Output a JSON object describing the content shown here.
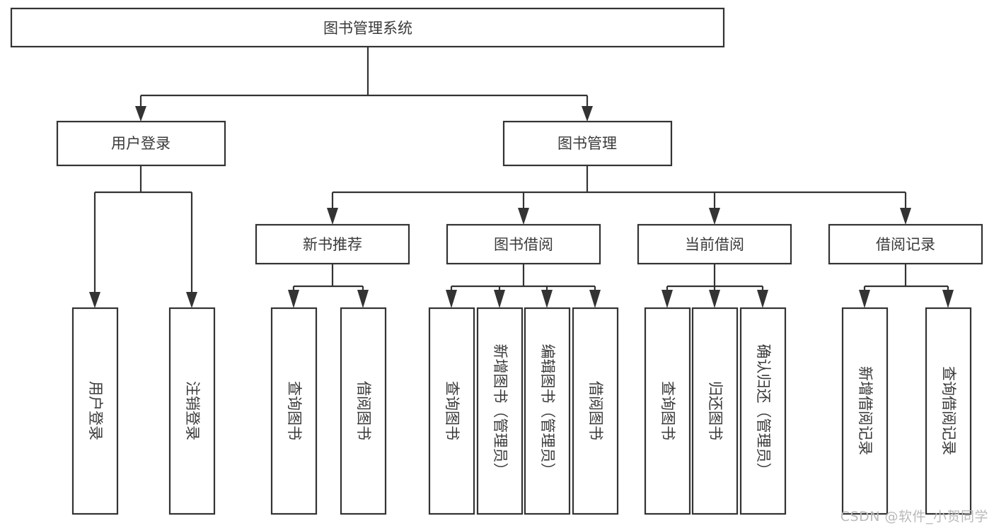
{
  "diagram": {
    "type": "tree",
    "title": "图书管理系统",
    "watermark": "CSDN @软件_小贺同学",
    "accent_color": "#333333",
    "background_color": "#ffffff",
    "nodes": {
      "root": {
        "label": "图书管理系统",
        "orientation": "horizontal"
      },
      "l1": [
        {
          "id": "user-login",
          "label": "用户登录",
          "orientation": "horizontal"
        },
        {
          "id": "book-manage",
          "label": "图书管理",
          "orientation": "horizontal"
        }
      ],
      "l2": [
        {
          "id": "new-book-recommend",
          "label": "新书推荐",
          "orientation": "horizontal",
          "parent": "book-manage"
        },
        {
          "id": "book-borrow",
          "label": "图书借阅",
          "orientation": "horizontal",
          "parent": "book-manage"
        },
        {
          "id": "current-borrow",
          "label": "当前借阅",
          "orientation": "horizontal",
          "parent": "book-manage"
        },
        {
          "id": "borrow-record",
          "label": "借阅记录",
          "orientation": "horizontal",
          "parent": "book-manage"
        }
      ],
      "leaves": [
        {
          "id": "leaf-user-login",
          "label": "用户登录",
          "orientation": "vertical",
          "parent": "user-login"
        },
        {
          "id": "leaf-user-logout",
          "label": "注销登录",
          "orientation": "vertical",
          "parent": "user-login"
        },
        {
          "id": "leaf-query-book-1",
          "label": "查询图书",
          "orientation": "vertical",
          "parent": "new-book-recommend"
        },
        {
          "id": "leaf-borrow-book-1",
          "label": "借阅图书",
          "orientation": "vertical",
          "parent": "new-book-recommend"
        },
        {
          "id": "leaf-query-book-2",
          "label": "查询图书",
          "orientation": "vertical",
          "parent": "book-borrow"
        },
        {
          "id": "leaf-add-book",
          "label": "新增图书（管理员）",
          "orientation": "vertical",
          "parent": "book-borrow"
        },
        {
          "id": "leaf-edit-book",
          "label": "编辑图书（管理员）",
          "orientation": "vertical",
          "parent": "book-borrow"
        },
        {
          "id": "leaf-borrow-book-2",
          "label": "借阅图书",
          "orientation": "vertical",
          "parent": "book-borrow"
        },
        {
          "id": "leaf-query-book-3",
          "label": "查询图书",
          "orientation": "vertical",
          "parent": "current-borrow"
        },
        {
          "id": "leaf-return-book",
          "label": "归还图书",
          "orientation": "vertical",
          "parent": "current-borrow"
        },
        {
          "id": "leaf-confirm-return",
          "label": "确认归还（管理员）",
          "orientation": "vertical",
          "parent": "current-borrow"
        },
        {
          "id": "leaf-add-record",
          "label": "新增借阅记录",
          "orientation": "vertical",
          "parent": "borrow-record"
        },
        {
          "id": "leaf-query-record",
          "label": "查询借阅记录",
          "orientation": "vertical",
          "parent": "borrow-record"
        }
      ]
    }
  }
}
